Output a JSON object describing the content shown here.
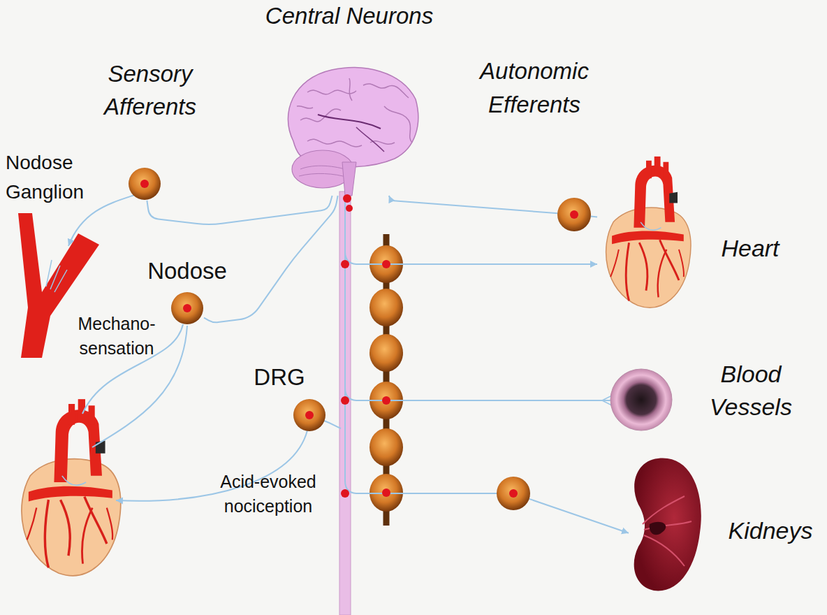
{
  "diagram": {
    "nodes": [
      {
        "text": [
          "Central Neurons"
        ]
      },
      {
        "text": [
          "Nodose Ganglion"
        ]
      },
      {
        "text": [
          "Nodose"
        ]
      },
      {
        "text": [
          "DRG"
        ]
      },
      {
        "text": [
          "Heart"
        ]
      },
      {
        "text": [
          "Blood Vessels"
        ]
      },
      {
        "text": [
          "Kidneys"
        ]
      }
    ],
    "edges": [
      {
        "from": 1,
        "to": 0,
        "arrow": "none"
      },
      {
        "from": 2,
        "to": 0,
        "arrow": "none"
      },
      {
        "from": 4,
        "to": 0,
        "arrow": "to"
      },
      {
        "from": 0,
        "to": 4,
        "arrow": "to"
      },
      {
        "from": 0,
        "to": 5,
        "arrow": "none"
      },
      {
        "from": 0,
        "to": 6,
        "arrow": "to"
      }
    ],
    "labels": [
      "Sensory Afferents",
      "Autonomic Efferents",
      "Mechano- sensation",
      "Acid-evoked nociception"
    ]
  }
}
